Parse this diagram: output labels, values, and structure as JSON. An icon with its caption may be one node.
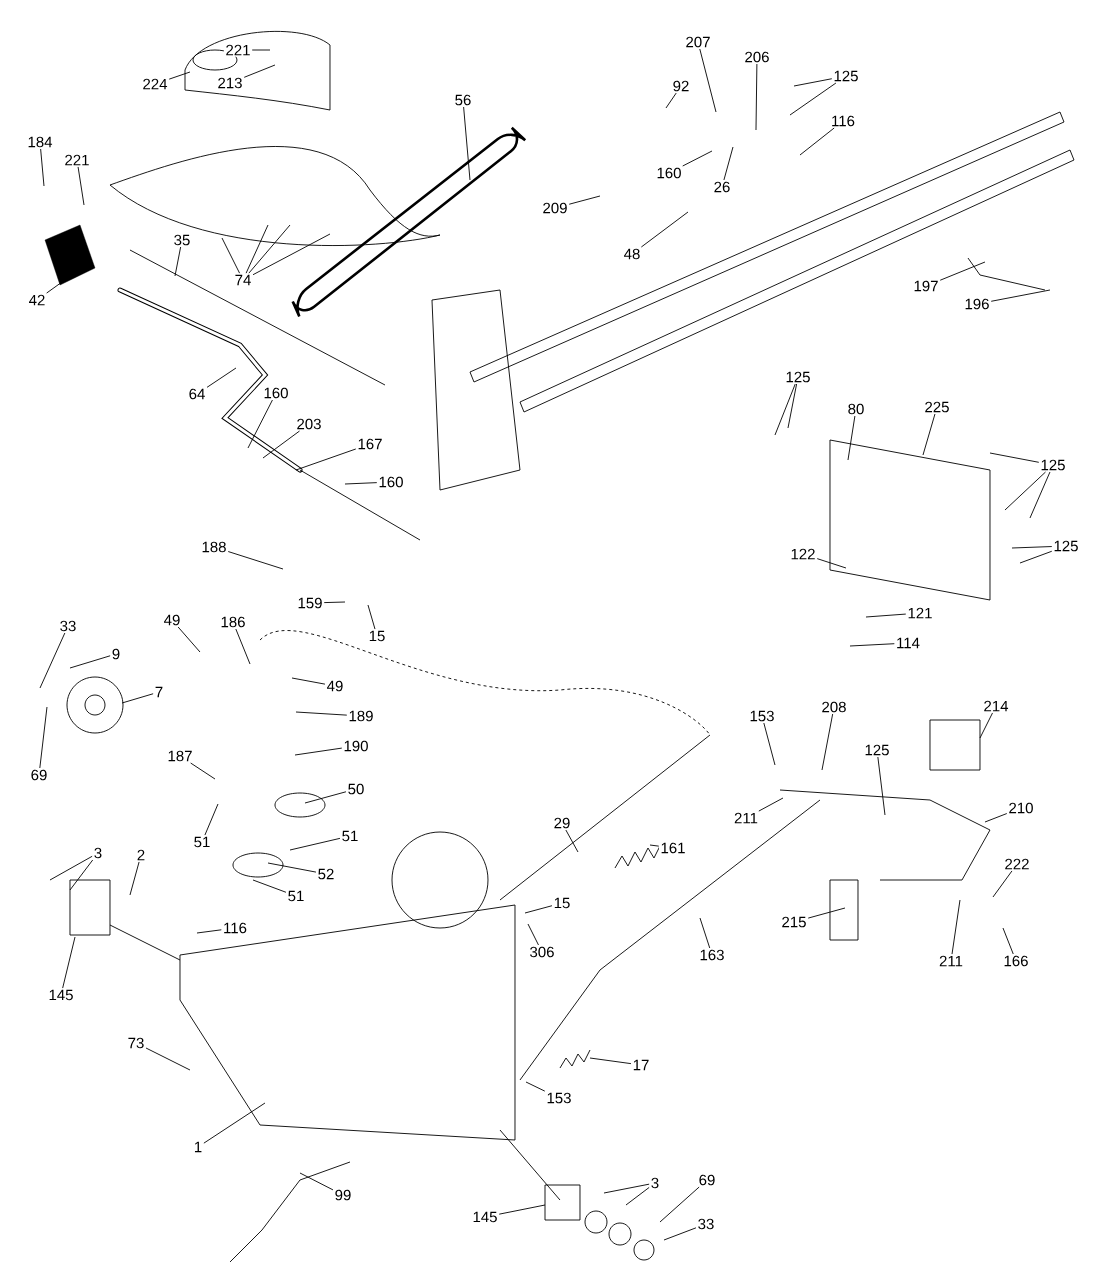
{
  "diagram": {
    "nodes": [
      {
        "text": [
          "224"
        ]
      },
      {
        "text": [
          "221"
        ]
      },
      {
        "text": [
          "213"
        ]
      },
      {
        "text": [
          "207"
        ]
      },
      {
        "text": [
          "206"
        ]
      },
      {
        "text": [
          "125"
        ]
      },
      {
        "text": [
          "92"
        ]
      },
      {
        "text": [
          "116"
        ]
      },
      {
        "text": [
          "56"
        ]
      },
      {
        "text": [
          "160"
        ]
      },
      {
        "text": [
          "26"
        ]
      },
      {
        "text": [
          "184"
        ]
      },
      {
        "text": [
          "221"
        ]
      },
      {
        "text": [
          "209"
        ]
      },
      {
        "text": [
          "48"
        ]
      },
      {
        "text": [
          "74"
        ]
      },
      {
        "text": [
          "35"
        ]
      },
      {
        "text": [
          "42"
        ]
      },
      {
        "text": [
          "197"
        ]
      },
      {
        "text": [
          "196"
        ]
      },
      {
        "text": [
          "64"
        ]
      },
      {
        "text": [
          "160"
        ]
      },
      {
        "text": [
          "203"
        ]
      },
      {
        "text": [
          "167"
        ]
      },
      {
        "text": [
          "160"
        ]
      },
      {
        "text": [
          "125"
        ]
      },
      {
        "text": [
          "80"
        ]
      },
      {
        "text": [
          "225"
        ]
      },
      {
        "text": [
          "125"
        ]
      },
      {
        "text": [
          "125"
        ]
      },
      {
        "text": [
          "122"
        ]
      },
      {
        "text": [
          "188"
        ]
      },
      {
        "text": [
          "121"
        ]
      },
      {
        "text": [
          "159"
        ]
      },
      {
        "text": [
          "15"
        ]
      },
      {
        "text": [
          "114"
        ]
      },
      {
        "text": [
          "33"
        ]
      },
      {
        "text": [
          "49"
        ]
      },
      {
        "text": [
          "186"
        ]
      },
      {
        "text": [
          "9"
        ]
      },
      {
        "text": [
          "49"
        ]
      },
      {
        "text": [
          "7"
        ]
      },
      {
        "text": [
          "189"
        ]
      },
      {
        "text": [
          "69"
        ]
      },
      {
        "text": [
          "190"
        ]
      },
      {
        "text": [
          "187"
        ]
      },
      {
        "text": [
          "50"
        ]
      },
      {
        "text": [
          "51"
        ]
      },
      {
        "text": [
          "51"
        ]
      },
      {
        "text": [
          "52"
        ]
      },
      {
        "text": [
          "51"
        ]
      },
      {
        "text": [
          "3"
        ]
      },
      {
        "text": [
          "2"
        ]
      },
      {
        "text": [
          "116"
        ]
      },
      {
        "text": [
          "145"
        ]
      },
      {
        "text": [
          "73"
        ]
      },
      {
        "text": [
          "1"
        ]
      },
      {
        "text": [
          "99"
        ]
      },
      {
        "text": [
          "145"
        ]
      },
      {
        "text": [
          "3"
        ]
      },
      {
        "text": [
          "69"
        ]
      },
      {
        "text": [
          "33"
        ]
      },
      {
        "text": [
          "153"
        ]
      },
      {
        "text": [
          "208"
        ]
      },
      {
        "text": [
          "214"
        ]
      },
      {
        "text": [
          "125"
        ]
      },
      {
        "text": [
          "211"
        ]
      },
      {
        "text": [
          "210"
        ]
      },
      {
        "text": [
          "29"
        ]
      },
      {
        "text": [
          "161"
        ]
      },
      {
        "text": [
          "222"
        ]
      },
      {
        "text": [
          "15"
        ]
      },
      {
        "text": [
          "215"
        ]
      },
      {
        "text": [
          "211"
        ]
      },
      {
        "text": [
          "166"
        ]
      },
      {
        "text": [
          "306"
        ]
      },
      {
        "text": [
          "163"
        ]
      },
      {
        "text": [
          "17"
        ]
      },
      {
        "text": [
          "153"
        ]
      }
    ],
    "edges": [
      {
        "from": 0,
        "to": null,
        "arrow": "none"
      },
      {
        "from": 1,
        "to": null,
        "arrow": "none"
      },
      {
        "from": 2,
        "to": null,
        "arrow": "none"
      },
      {
        "from": 3,
        "to": null,
        "arrow": "none"
      },
      {
        "from": 4,
        "to": null,
        "arrow": "none"
      },
      {
        "from": 5,
        "to": null,
        "arrow": "none"
      },
      {
        "from": 5,
        "to": null,
        "arrow": "none"
      },
      {
        "from": 6,
        "to": null,
        "arrow": "none"
      },
      {
        "from": 7,
        "to": null,
        "arrow": "none"
      },
      {
        "from": 8,
        "to": null,
        "arrow": "none"
      },
      {
        "from": 9,
        "to": null,
        "arrow": "none"
      },
      {
        "from": 10,
        "to": null,
        "arrow": "none"
      },
      {
        "from": 11,
        "to": null,
        "arrow": "none"
      },
      {
        "from": 12,
        "to": null,
        "arrow": "none"
      },
      {
        "from": 13,
        "to": null,
        "arrow": "none"
      },
      {
        "from": 14,
        "to": null,
        "arrow": "none"
      },
      {
        "from": 15,
        "to": null,
        "arrow": "none"
      },
      {
        "from": 15,
        "to": null,
        "arrow": "none"
      },
      {
        "from": 15,
        "to": null,
        "arrow": "none"
      },
      {
        "from": 15,
        "to": null,
        "arrow": "none"
      },
      {
        "from": 16,
        "to": null,
        "arrow": "none"
      },
      {
        "from": 17,
        "to": null,
        "arrow": "none"
      },
      {
        "from": 18,
        "to": null,
        "arrow": "none"
      },
      {
        "from": 19,
        "to": null,
        "arrow": "none"
      },
      {
        "from": 20,
        "to": null,
        "arrow": "none"
      },
      {
        "from": 21,
        "to": null,
        "arrow": "none"
      },
      {
        "from": 22,
        "to": null,
        "arrow": "none"
      },
      {
        "from": 23,
        "to": null,
        "arrow": "none"
      },
      {
        "from": 24,
        "to": null,
        "arrow": "none"
      },
      {
        "from": 25,
        "to": null,
        "arrow": "none"
      },
      {
        "from": 25,
        "to": null,
        "arrow": "none"
      },
      {
        "from": 26,
        "to": null,
        "arrow": "none"
      },
      {
        "from": 27,
        "to": null,
        "arrow": "none"
      },
      {
        "from": 28,
        "to": null,
        "arrow": "none"
      },
      {
        "from": 28,
        "to": null,
        "arrow": "none"
      },
      {
        "from": 28,
        "to": null,
        "arrow": "none"
      },
      {
        "from": 29,
        "to": null,
        "arrow": "none"
      },
      {
        "from": 29,
        "to": null,
        "arrow": "none"
      },
      {
        "from": 30,
        "to": null,
        "arrow": "none"
      },
      {
        "from": 31,
        "to": null,
        "arrow": "none"
      },
      {
        "from": 32,
        "to": null,
        "arrow": "none"
      },
      {
        "from": 33,
        "to": null,
        "arrow": "none"
      },
      {
        "from": 34,
        "to": null,
        "arrow": "none"
      },
      {
        "from": 35,
        "to": null,
        "arrow": "none"
      },
      {
        "from": 36,
        "to": null,
        "arrow": "none"
      },
      {
        "from": 37,
        "to": null,
        "arrow": "none"
      },
      {
        "from": 38,
        "to": null,
        "arrow": "none"
      },
      {
        "from": 39,
        "to": null,
        "arrow": "none"
      },
      {
        "from": 40,
        "to": null,
        "arrow": "none"
      },
      {
        "from": 41,
        "to": null,
        "arrow": "none"
      },
      {
        "from": 42,
        "to": null,
        "arrow": "none"
      },
      {
        "from": 43,
        "to": null,
        "arrow": "none"
      },
      {
        "from": 44,
        "to": null,
        "arrow": "none"
      },
      {
        "from": 45,
        "to": null,
        "arrow": "none"
      },
      {
        "from": 46,
        "to": null,
        "arrow": "none"
      },
      {
        "from": 47,
        "to": null,
        "arrow": "none"
      },
      {
        "from": 48,
        "to": null,
        "arrow": "none"
      },
      {
        "from": 49,
        "to": null,
        "arrow": "none"
      },
      {
        "from": 50,
        "to": null,
        "arrow": "none"
      },
      {
        "from": 51,
        "to": null,
        "arrow": "none"
      },
      {
        "from": 51,
        "to": null,
        "arrow": "none"
      },
      {
        "from": 52,
        "to": null,
        "arrow": "none"
      },
      {
        "from": 53,
        "to": null,
        "arrow": "none"
      },
      {
        "from": 54,
        "to": null,
        "arrow": "none"
      },
      {
        "from": 55,
        "to": null,
        "arrow": "none"
      },
      {
        "from": 56,
        "to": null,
        "arrow": "none"
      },
      {
        "from": 57,
        "to": null,
        "arrow": "none"
      },
      {
        "from": 58,
        "to": null,
        "arrow": "none"
      },
      {
        "from": 59,
        "to": null,
        "arrow": "none"
      },
      {
        "from": 59,
        "to": null,
        "arrow": "none"
      },
      {
        "from": 60,
        "to": null,
        "arrow": "none"
      },
      {
        "from": 61,
        "to": null,
        "arrow": "none"
      },
      {
        "from": 62,
        "to": null,
        "arrow": "none"
      },
      {
        "from": 63,
        "to": null,
        "arrow": "none"
      },
      {
        "from": 64,
        "to": null,
        "arrow": "none"
      },
      {
        "from": 65,
        "to": null,
        "arrow": "none"
      },
      {
        "from": 66,
        "to": null,
        "arrow": "none"
      },
      {
        "from": 67,
        "to": null,
        "arrow": "none"
      },
      {
        "from": 68,
        "to": null,
        "arrow": "none"
      },
      {
        "from": 69,
        "to": null,
        "arrow": "none"
      },
      {
        "from": 70,
        "to": null,
        "arrow": "none"
      },
      {
        "from": 71,
        "to": null,
        "arrow": "none"
      },
      {
        "from": 72,
        "to": null,
        "arrow": "none"
      },
      {
        "from": 73,
        "to": null,
        "arrow": "none"
      },
      {
        "from": 74,
        "to": null,
        "arrow": "none"
      },
      {
        "from": 75,
        "to": null,
        "arrow": "none"
      },
      {
        "from": 76,
        "to": null,
        "arrow": "none"
      },
      {
        "from": 77,
        "to": null,
        "arrow": "none"
      },
      {
        "from": 78,
        "to": null,
        "arrow": "none"
      }
    ]
  }
}
